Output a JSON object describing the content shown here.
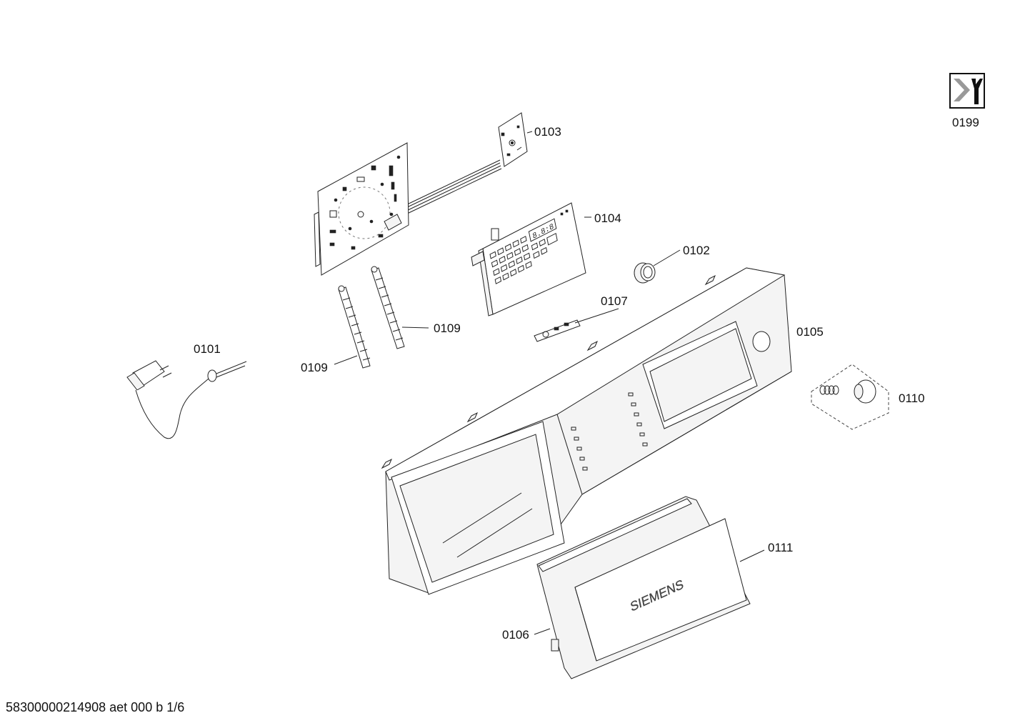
{
  "parts": {
    "p0101": "0101",
    "p0102": "0102",
    "p0103": "0103",
    "p0104": "0104",
    "p0105": "0105",
    "p0106": "0106",
    "p0107": "0107",
    "p0109a": "0109",
    "p0109b": "0109",
    "p0110": "0110",
    "p0111": "0111",
    "p0199": "0199"
  },
  "brand_logo_text": "SIEMENS",
  "footer": "58300000214908 aet 000 b 1/6"
}
